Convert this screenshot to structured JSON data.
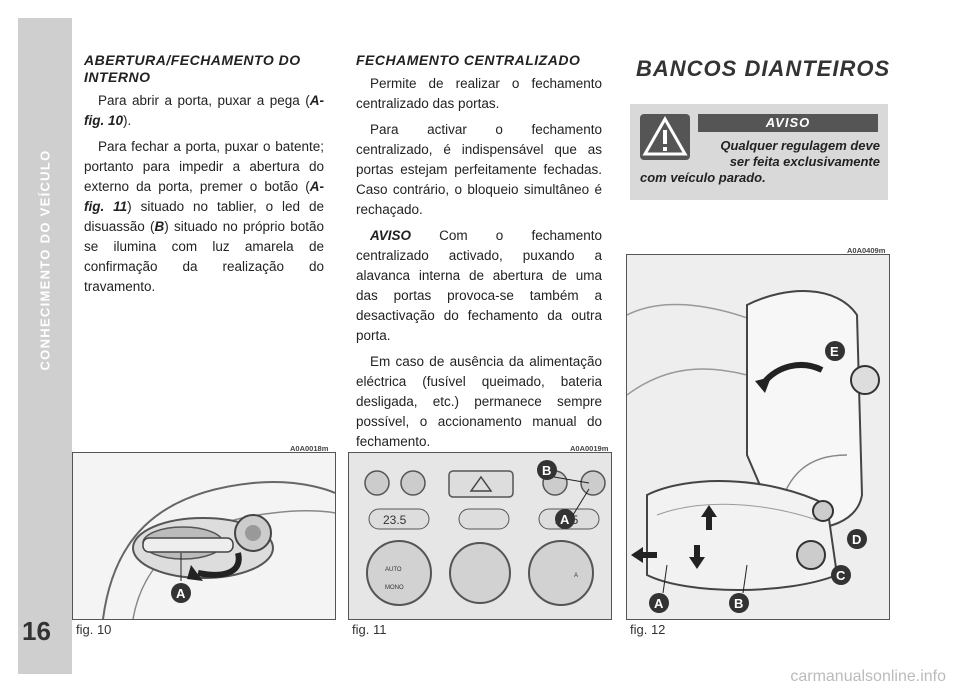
{
  "side": {
    "text": "CONHECIMENTO DO VEÍCULO"
  },
  "page_number": "16",
  "col1": {
    "heading": "ABERTURA/FECHAMENTO DO INTERNO",
    "p1_a": "Para abrir a porta, puxar a pega (",
    "p1_b": "A-fig. 10",
    "p1_c": ").",
    "p2_a": "Para fechar a porta, puxar o batente; portanto para impedir a abertura do externo da porta, premer o botão (",
    "p2_b": "A-fig. 11",
    "p2_c": ") situado no tablier, o led de disuassão (",
    "p2_d": "B",
    "p2_e": ") situado no próprio botão se ilumina com luz amarela de confirmação da realização do travamento."
  },
  "col2": {
    "heading": "FECHAMENTO CENTRALIZADO",
    "p1": "Permite de realizar o fechamento centralizado das portas.",
    "p2": "Para activar o fechamento centralizado, é indispensável que as portas estejam perfeitamente fechadas. Caso contrário, o bloqueio simultâneo é rechaçado.",
    "p3_a": "AVISO",
    "p3_b": " Com o fechamento centralizado activado, puxando a alavanca interna de abertura de uma das portas provoca-se também a desactivação do fechamento da outra porta.",
    "p4": "Em caso de ausência da alimentação eléctrica (fusível queimado, bateria desligada, etc.) permanece sempre possível, o accionamento manual do fechamento."
  },
  "col3": {
    "title": "BANCOS DIANTEIROS",
    "warn_head": "AVISO",
    "warn_l1": "Qualquer regulagem deve",
    "warn_l2": "ser feita exclusivamente",
    "warn_l3": "com veículo parado."
  },
  "figs": {
    "f10": {
      "code": "A0A0018m",
      "caption": "fig. 10",
      "lbl_a": "A"
    },
    "f11": {
      "code": "A0A0019m",
      "caption": "fig. 11",
      "lbl_a": "A",
      "lbl_b": "B",
      "temp1": "23.5",
      "temp2": "23.5",
      "auto": "AUTO",
      "mono": "MONO",
      "a": "A"
    },
    "f12": {
      "code": "A0A0409m",
      "caption": "fig. 12",
      "lbl_a": "A",
      "lbl_b": "B",
      "lbl_c": "C",
      "lbl_d": "D",
      "lbl_e": "E"
    }
  },
  "watermark": "carmanualsonline.info"
}
